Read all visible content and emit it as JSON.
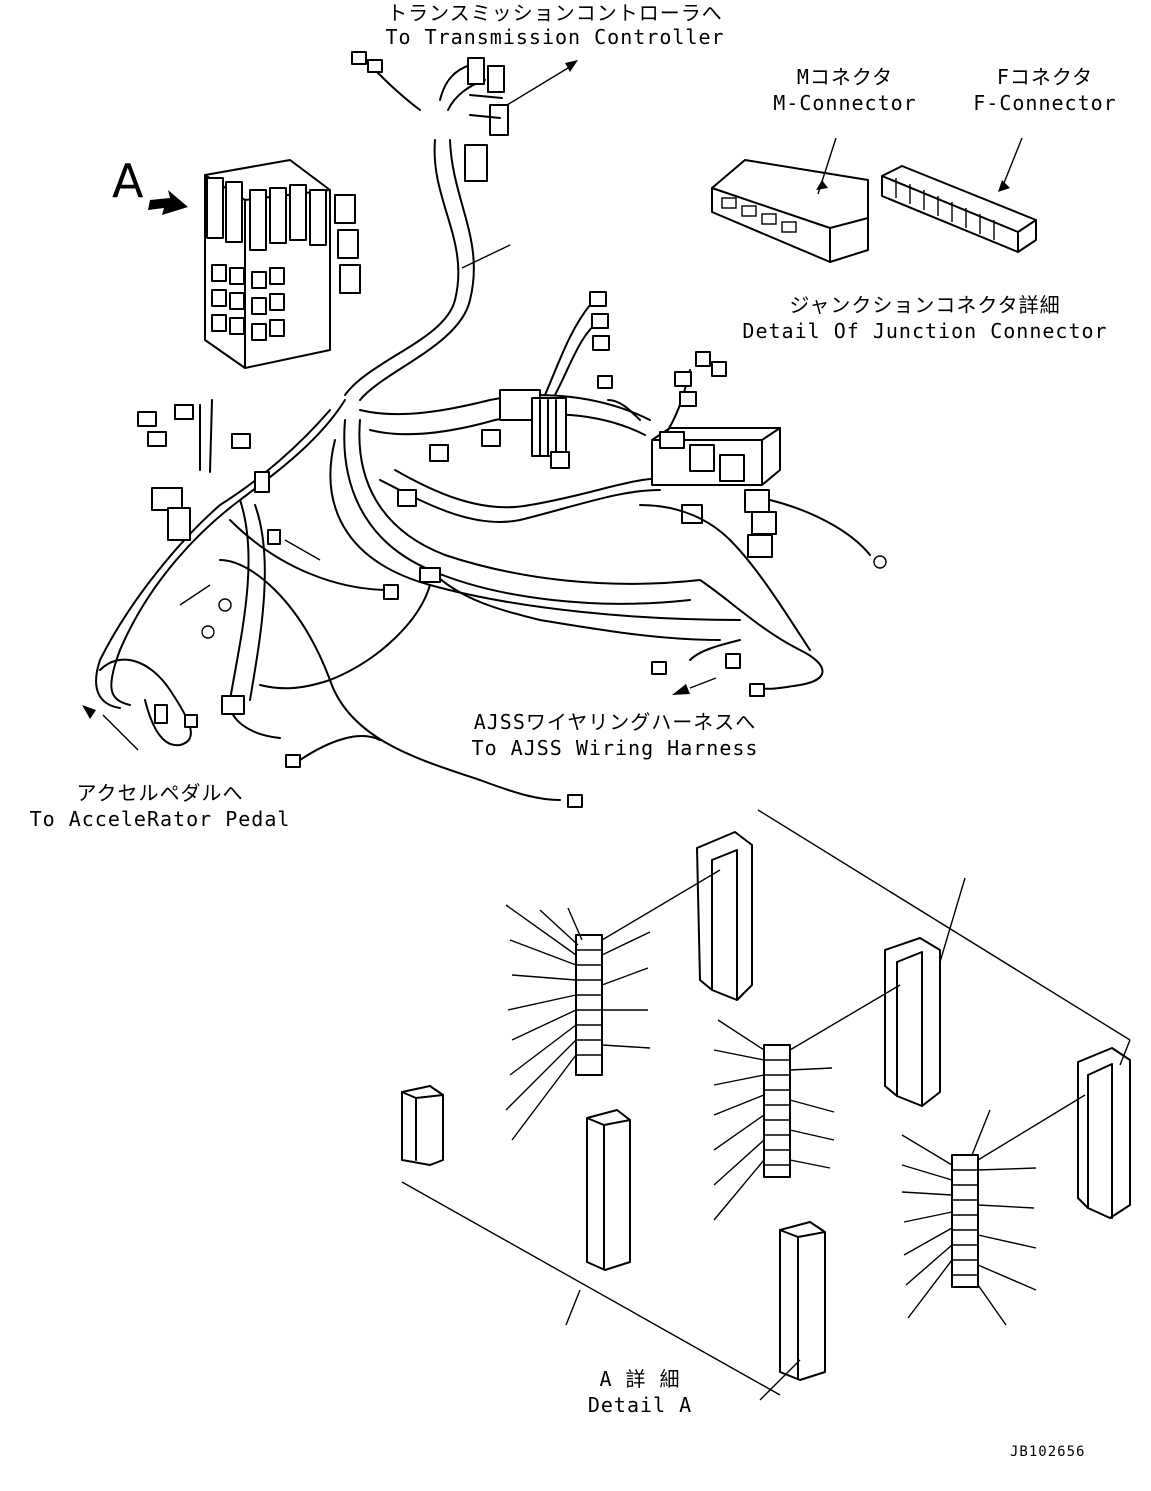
{
  "labels": {
    "transmission": {
      "ja": "トランスミッションコントローラへ",
      "en": "To Transmission Controller"
    },
    "m_connector": {
      "ja": "Mコネクタ",
      "en": "M-Connector"
    },
    "f_connector": {
      "ja": "Fコネクタ",
      "en": "F-Connector"
    },
    "junction": {
      "ja": "ジャンクションコネクタ詳細",
      "en": "Detail Of Junction Connector"
    },
    "ajss": {
      "ja": "AJSSワイヤリングハーネスへ",
      "en": "To AJSS Wiring Harness"
    },
    "accelerator": {
      "ja": "アクセルペダルへ",
      "en": "To AcceleRator Pedal"
    },
    "detail_a": {
      "ja": "A 詳 細",
      "en": "Detail A"
    },
    "callout_a": "A",
    "drawing_code": "JB102656"
  },
  "colors": {
    "line": "#000000",
    "background": "#ffffff"
  }
}
